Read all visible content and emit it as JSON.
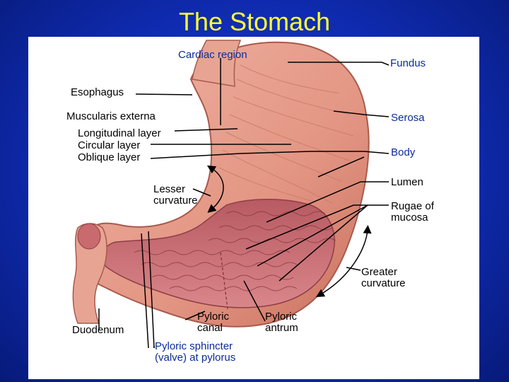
{
  "title": "The Stomach",
  "labels": {
    "cardiac_region": "Cardiac region",
    "fundus": "Fundus",
    "esophagus": "Esophagus",
    "muscularis_externa": "Muscularis externa",
    "longitudinal_layer": "Longitudinal layer",
    "circular_layer": "Circular layer",
    "oblique_layer": "Oblique layer",
    "serosa": "Serosa",
    "body": "Body",
    "lumen": "Lumen",
    "lesser_curvature_1": "Lesser",
    "lesser_curvature_2": "curvature",
    "rugae_1": "Rugae of",
    "rugae_2": "mucosa",
    "greater_curvature_1": "Greater",
    "greater_curvature_2": "curvature",
    "duodenum": "Duodenum",
    "pyloric_canal_1": "Pyloric",
    "pyloric_canal_2": "canal",
    "pyloric_antrum_1": "Pyloric",
    "pyloric_antrum_2": "antrum",
    "pyloric_sphincter_1": "Pyloric sphincter",
    "pyloric_sphincter_2": "(valve) at pylorus"
  },
  "colors": {
    "background": "#1230c8",
    "title": "#ffff33",
    "label_blue": "#0b2a9a",
    "stomach_muscle": "#e49a8a",
    "mucosa": "#c96a6e"
  }
}
